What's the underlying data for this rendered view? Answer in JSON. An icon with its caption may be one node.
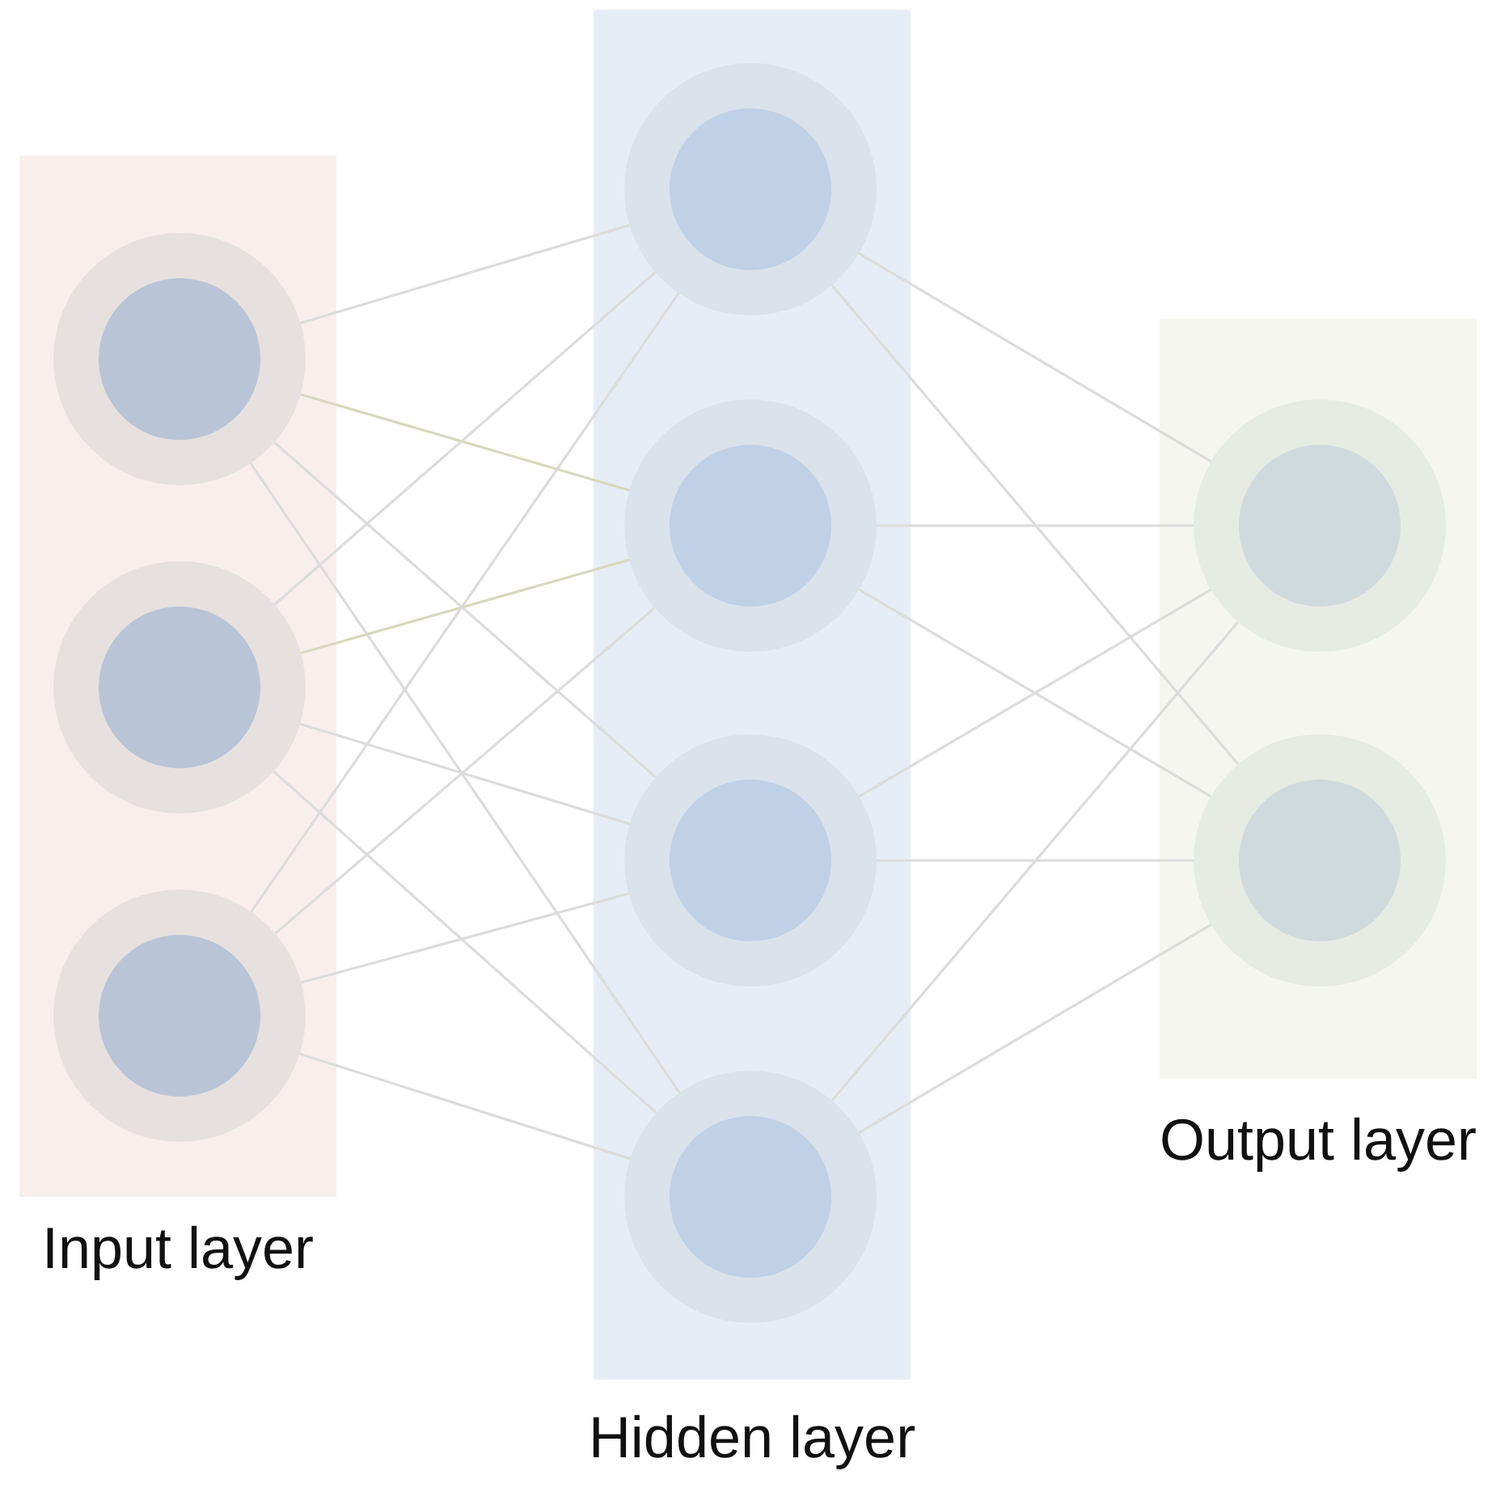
{
  "diagram": {
    "nodes": [
      {
        "text": [
          "Input layer"
        ]
      },
      {
        "text": [],
        "shape": "circle",
        "in": 0
      },
      {
        "text": [],
        "shape": "circle",
        "in": 0
      },
      {
        "text": [],
        "shape": "circle",
        "in": 0
      },
      {
        "text": [
          "Hidden layer"
        ]
      },
      {
        "text": [],
        "shape": "circle",
        "in": 4
      },
      {
        "text": [],
        "shape": "circle",
        "in": 4
      },
      {
        "text": [],
        "shape": "circle",
        "in": 4
      },
      {
        "text": [],
        "shape": "circle",
        "in": 4
      },
      {
        "text": [
          "Output layer"
        ]
      },
      {
        "text": [],
        "shape": "circle",
        "in": 9
      },
      {
        "text": [],
        "shape": "circle",
        "in": 9
      }
    ],
    "edges": [
      {
        "from": 1,
        "to": 5,
        "arrow": "none"
      },
      {
        "from": 1,
        "to": 6,
        "arrow": "none",
        "color": "#d8d8bc"
      },
      {
        "from": 1,
        "to": 7,
        "arrow": "none"
      },
      {
        "from": 1,
        "to": 8,
        "arrow": "none"
      },
      {
        "from": 2,
        "to": 5,
        "arrow": "none"
      },
      {
        "from": 2,
        "to": 6,
        "arrow": "none",
        "color": "#d8d8bc"
      },
      {
        "from": 2,
        "to": 7,
        "arrow": "none"
      },
      {
        "from": 2,
        "to": 8,
        "arrow": "none"
      },
      {
        "from": 3,
        "to": 5,
        "arrow": "none"
      },
      {
        "from": 3,
        "to": 6,
        "arrow": "none"
      },
      {
        "from": 3,
        "to": 7,
        "arrow": "none"
      },
      {
        "from": 3,
        "to": 8,
        "arrow": "none"
      },
      {
        "from": 5,
        "to": 10,
        "arrow": "none"
      },
      {
        "from": 5,
        "to": 11,
        "arrow": "none"
      },
      {
        "from": 6,
        "to": 10,
        "arrow": "none"
      },
      {
        "from": 6,
        "to": 11,
        "arrow": "none"
      },
      {
        "from": 7,
        "to": 10,
        "arrow": "none"
      },
      {
        "from": 7,
        "to": 11,
        "arrow": "none"
      },
      {
        "from": 8,
        "to": 10,
        "arrow": "none"
      },
      {
        "from": 8,
        "to": 11,
        "arrow": "none"
      }
    ]
  }
}
